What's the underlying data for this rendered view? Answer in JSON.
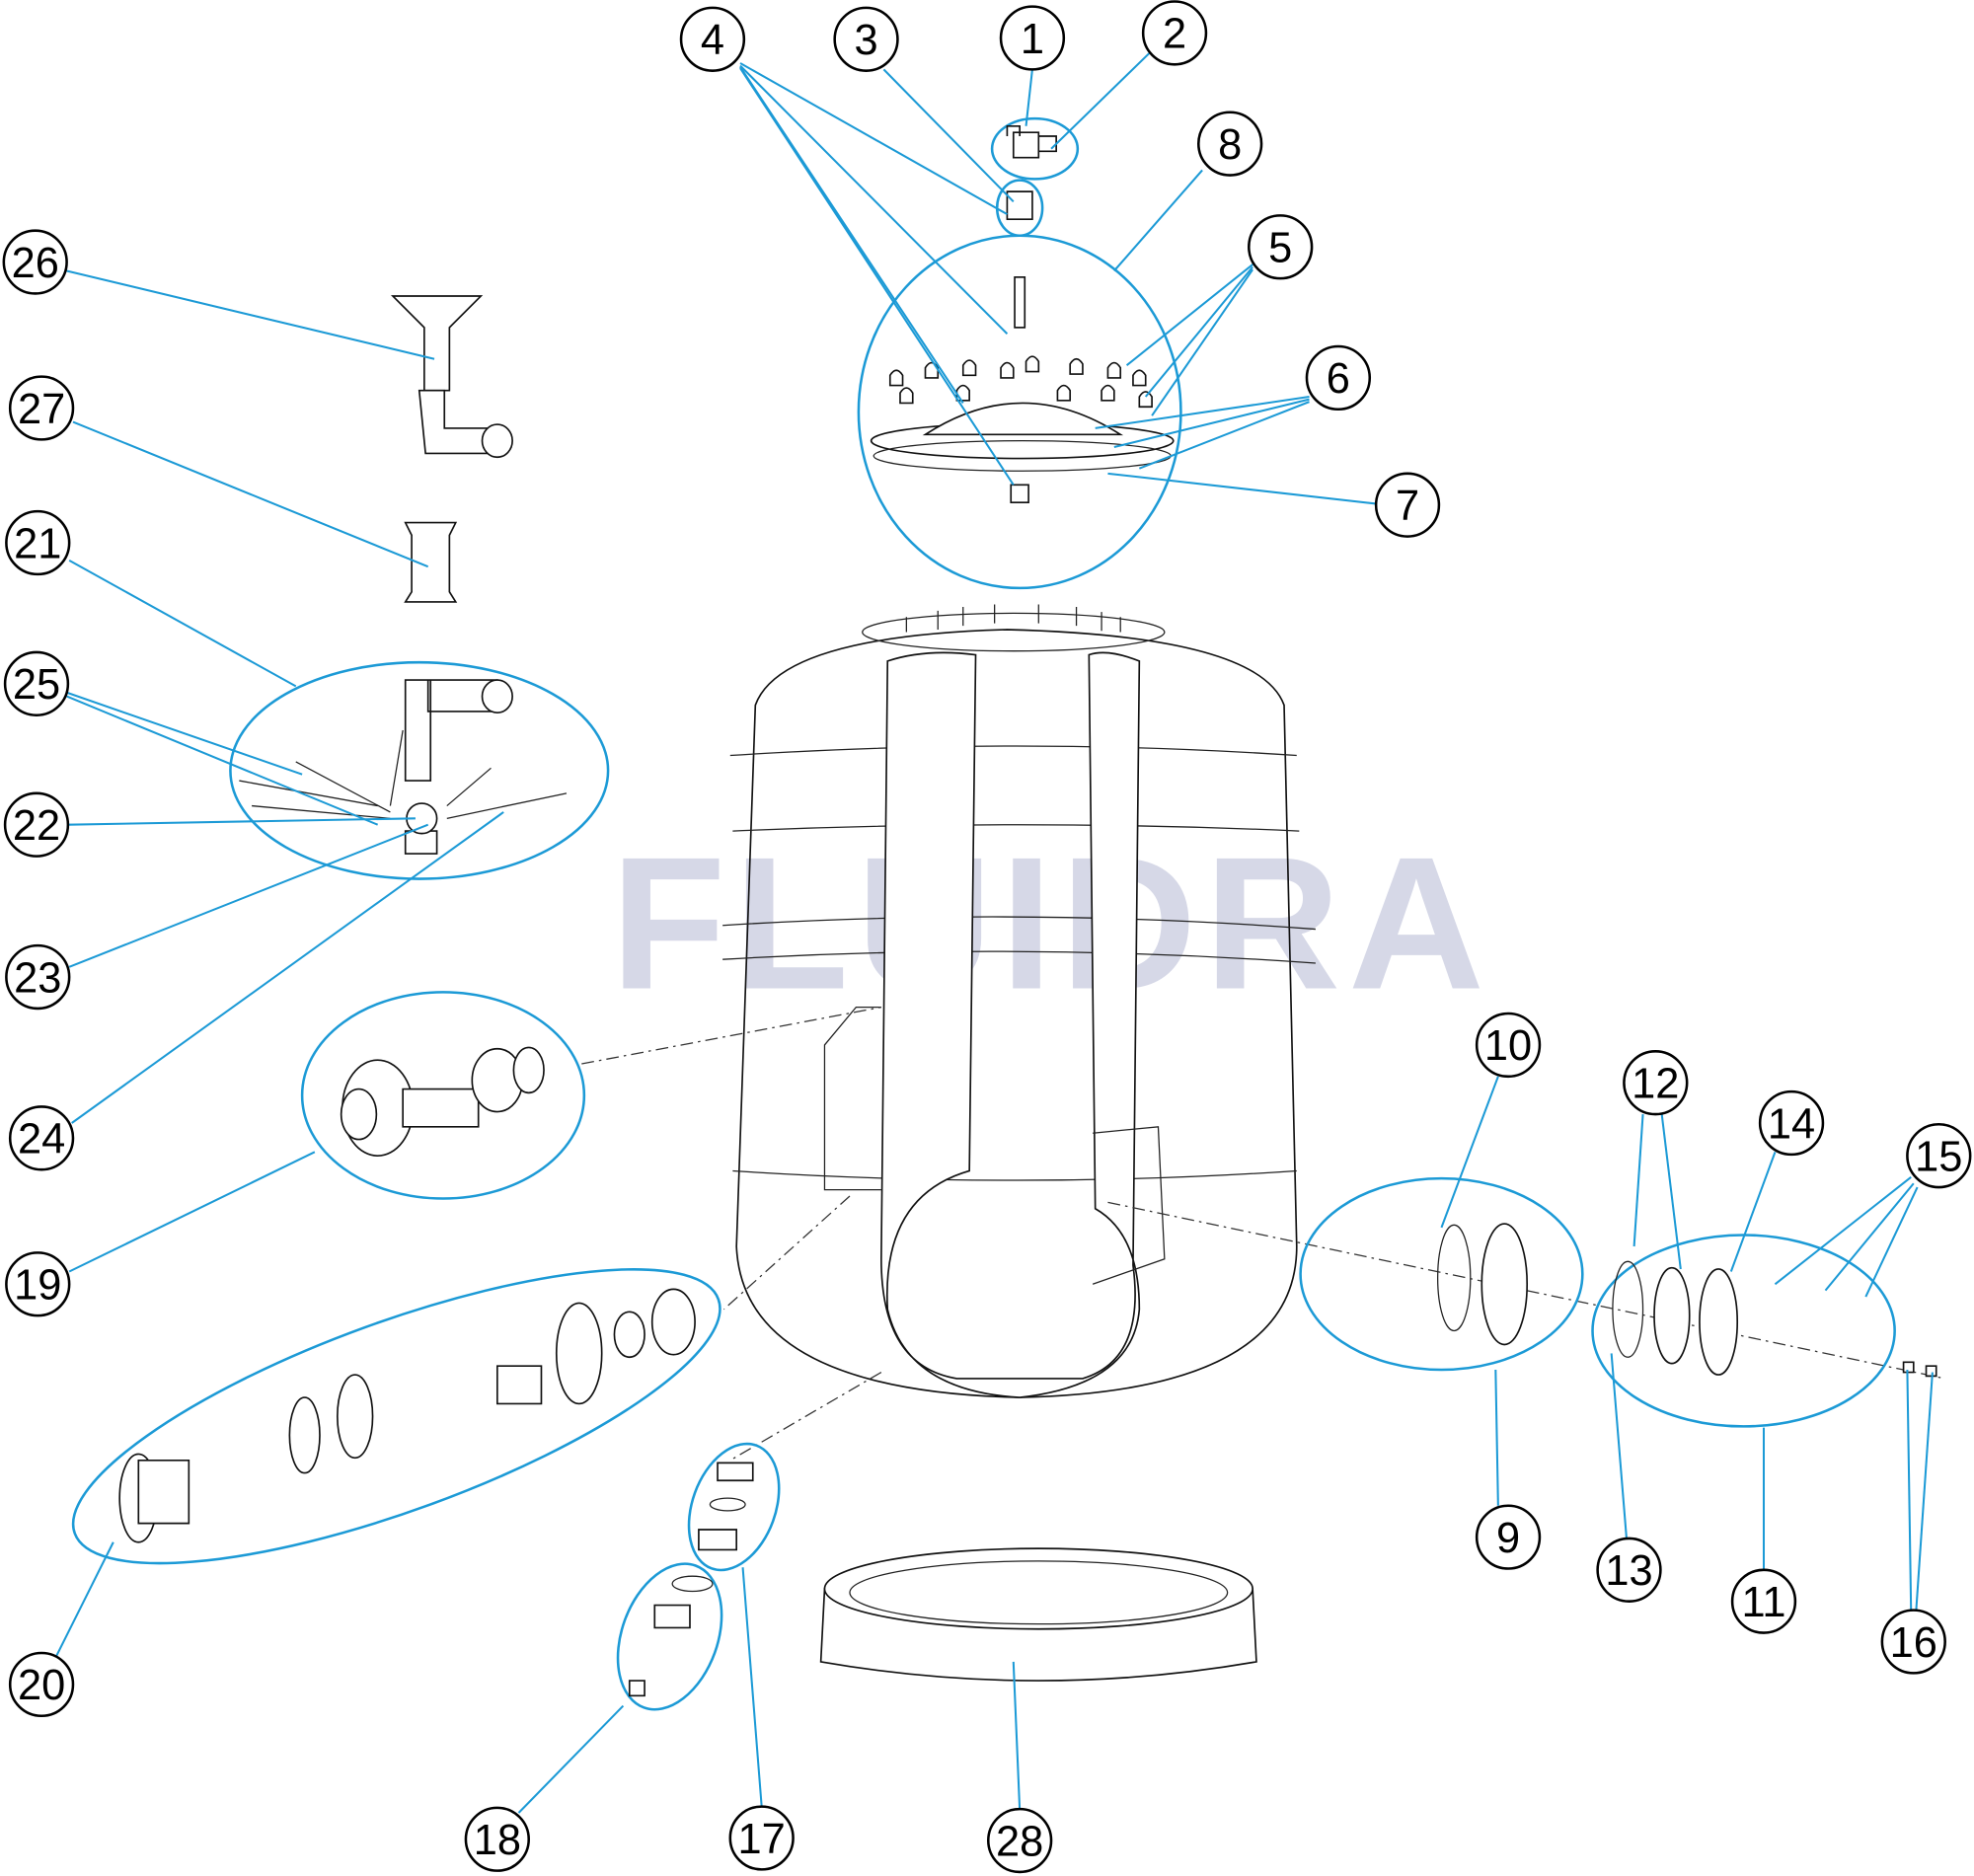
{
  "diagram": {
    "title": "Exploded parts diagram - side-mount filter",
    "watermark": "FLUIDRA",
    "accent_color": "#1c9ad6",
    "callouts": [
      "1",
      "2",
      "3",
      "4",
      "5",
      "6",
      "7",
      "8",
      "9",
      "10",
      "11",
      "12",
      "13",
      "14",
      "15",
      "16",
      "17",
      "18",
      "19",
      "20",
      "21",
      "22",
      "23",
      "24",
      "25",
      "26",
      "27",
      "28"
    ]
  }
}
